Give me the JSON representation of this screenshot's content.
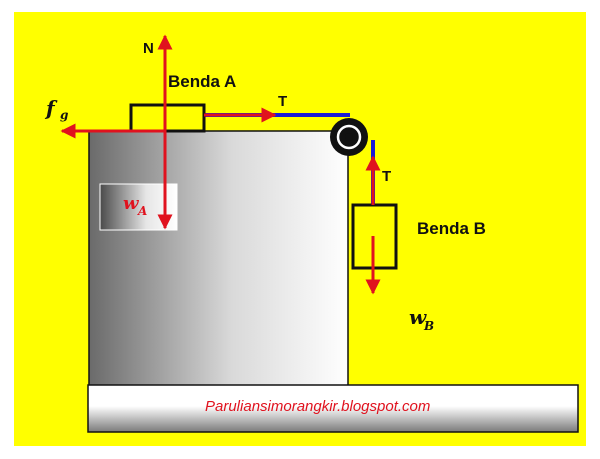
{
  "labels": {
    "normal_force": "N",
    "body_a": "Benda A",
    "body_b": "Benda B",
    "tension_a": "T",
    "tension_b": "T",
    "friction_main": "f",
    "friction_sub": "g",
    "weight_a_main": "w",
    "weight_a_sub": "A",
    "weight_b_main": "w",
    "weight_b_sub": "B",
    "watermark": "Paruliansimorangkir.blogspot.com"
  },
  "colors": {
    "background": "#ffff00",
    "force_arrow": "#e0121e",
    "rope": "#1a1ad6",
    "outline": "#111111"
  }
}
